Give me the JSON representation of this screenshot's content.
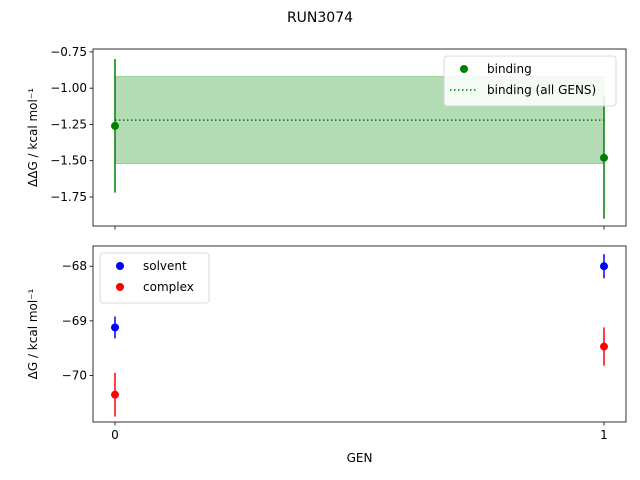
{
  "chart_data": {
    "suptitle": "RUN3074",
    "colors": {
      "binding": "#008000",
      "band": "#b4dcb4",
      "band_edge": "#8cc88c",
      "solvent": "#0000ff",
      "complex": "#ff0000"
    },
    "panels": [
      {
        "id": "binding",
        "type": "scatter",
        "ylabel": "ΔΔG / kcal mol⁻¹",
        "ylim": [
          -1.95,
          -0.73
        ],
        "yticks": [
          -0.75,
          -1.0,
          -1.25,
          -1.5,
          -1.75
        ],
        "yticklabels": [
          "−0.75",
          "−1.00",
          "−1.25",
          "−1.50",
          "−1.75"
        ],
        "xlim": [
          -0.045,
          1.045
        ],
        "show_xticklabels": false,
        "series": [
          {
            "name": "binding",
            "kind": "errorbar",
            "color": "binding",
            "points": [
              {
                "x": 0,
                "y": -1.26,
                "err": 0.46
              },
              {
                "x": 1,
                "y": -1.48,
                "err": 0.42
              }
            ]
          },
          {
            "name": "binding (all GENS)",
            "kind": "hline_band",
            "color": "binding",
            "y": -1.22,
            "band": [
              -1.52,
              -0.92
            ],
            "x_range": [
              0,
              1
            ]
          }
        ],
        "legend": {
          "position": "top-right",
          "entries": [
            "binding",
            "binding (all GENS)"
          ]
        }
      },
      {
        "id": "solvent_complex",
        "type": "scatter",
        "ylabel": "ΔG / kcal mol⁻¹",
        "ylim": [
          -70.85,
          -67.63
        ],
        "yticks": [
          -68,
          -69,
          -70
        ],
        "yticklabels": [
          "−68",
          "−69",
          "−70"
        ],
        "xlim": [
          -0.045,
          1.045
        ],
        "xlabel": "GEN",
        "xticks": [
          0,
          1
        ],
        "xticklabels": [
          "0",
          "1"
        ],
        "series": [
          {
            "name": "solvent",
            "kind": "errorbar",
            "color": "solvent",
            "points": [
              {
                "x": 0,
                "y": -69.12,
                "err": 0.2
              },
              {
                "x": 1,
                "y": -68.0,
                "err": 0.22
              }
            ]
          },
          {
            "name": "complex",
            "kind": "errorbar",
            "color": "complex",
            "points": [
              {
                "x": 0,
                "y": -70.35,
                "err": 0.4
              },
              {
                "x": 1,
                "y": -69.47,
                "err": 0.35
              }
            ]
          }
        ],
        "legend": {
          "position": "top-left",
          "entries": [
            "solvent",
            "complex"
          ]
        }
      }
    ]
  }
}
